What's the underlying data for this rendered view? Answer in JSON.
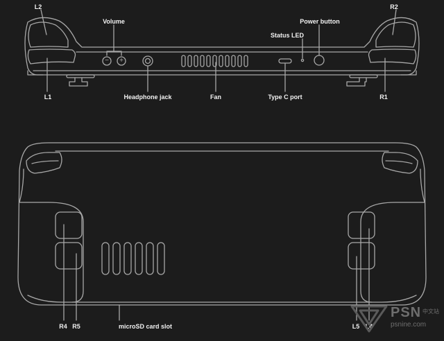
{
  "top_view": {
    "labels": {
      "l2": "L2",
      "r2": "R2",
      "volume": "Volume",
      "status_led": "Status LED",
      "power_button": "Power button",
      "l1": "L1",
      "r1": "R1",
      "headphone_jack": "Headphone jack",
      "fan": "Fan",
      "type_c_port": "Type C port"
    },
    "volume_symbols": {
      "minus": "−",
      "plus": "+"
    }
  },
  "back_view": {
    "labels": {
      "r4": "R4",
      "r5": "R5",
      "microsd": "microSD card slot",
      "l5": "L5",
      "l4": "L4"
    }
  },
  "watermark": {
    "brand": "PSN",
    "chinese": "中文站",
    "url": "psnine.com"
  },
  "colors": {
    "background": "#1c1c1c",
    "outline": "#a8a8a8",
    "text": "#f2f2f2",
    "watermark": "#6e6e6e"
  }
}
